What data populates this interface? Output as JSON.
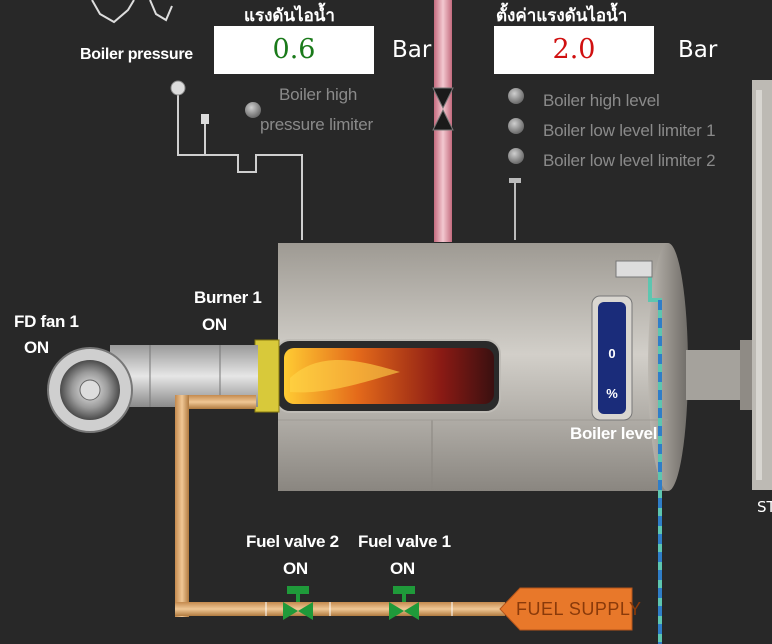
{
  "pressure_readout": {
    "title": "แรงดันไอน้ำ",
    "value": "0.6",
    "unit": "Bar",
    "value_color": "#1a7a1a"
  },
  "setpoint": {
    "title": "ตั้งค่าแรงดันไอน้ำ",
    "value": "2.0",
    "unit": "Bar",
    "value_color": "#d01010"
  },
  "boiler_pressure_label": "Boiler pressure",
  "high_pressure_limiter": {
    "line1": "Boiler high",
    "line2": "pressure limiter"
  },
  "level_indicators": [
    "Boiler high level",
    "Boiler low level limiter 1",
    "Boiler low level limiter 2"
  ],
  "fd_fan": {
    "name": "FD fan 1",
    "status": "ON"
  },
  "burner": {
    "name": "Burner 1",
    "status": "ON"
  },
  "boiler_level": {
    "value": "0",
    "unit": "%",
    "label": "Boiler level"
  },
  "fuel_valves": [
    {
      "name": "Fuel valve 2",
      "status": "ON"
    },
    {
      "name": "Fuel valve 1",
      "status": "ON"
    }
  ],
  "fuel_supply_label": "FUEL SUPPLY",
  "edge_label": "ST",
  "colors": {
    "background": "#282828",
    "valve_green": "#1f9a3a",
    "fuel_orange": "#e8782a",
    "level_blue": "#1a2c7a"
  }
}
